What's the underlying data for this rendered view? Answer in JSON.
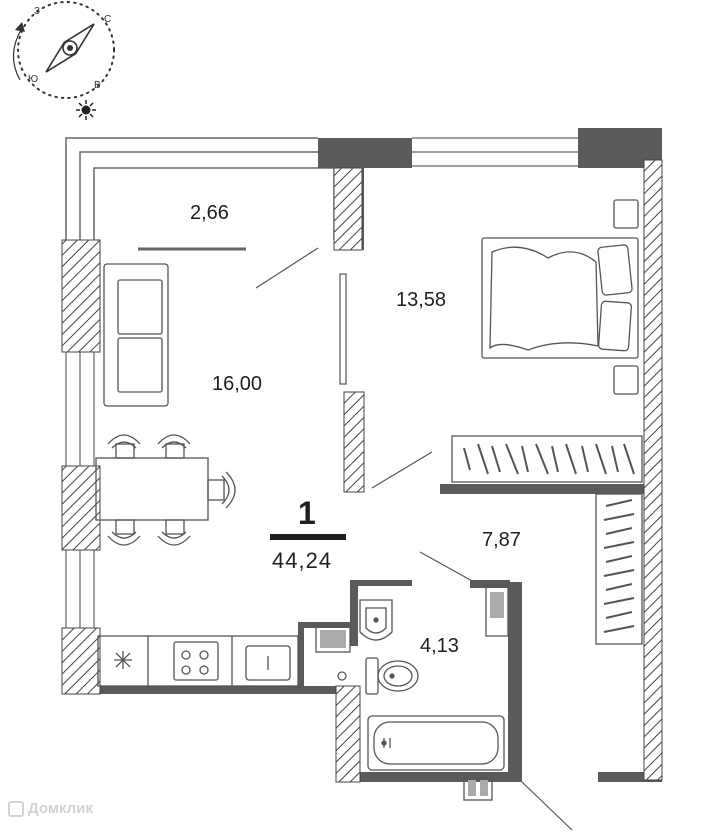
{
  "compass": {
    "north": "С",
    "south": "Ю",
    "west": "З",
    "east": "В"
  },
  "apartment": {
    "rooms": "1",
    "total_area": "44,24"
  },
  "rooms": {
    "balcony": "2,66",
    "living_kitchen": "16,00",
    "bedroom": "13,58",
    "hallway": "7,87",
    "bathroom": "4,13"
  },
  "watermark": "Домклик",
  "colors": {
    "wall": "#5a5a5a",
    "line": "#555555",
    "text": "#1e1e1e",
    "watermark": "#d2d2d2"
  }
}
